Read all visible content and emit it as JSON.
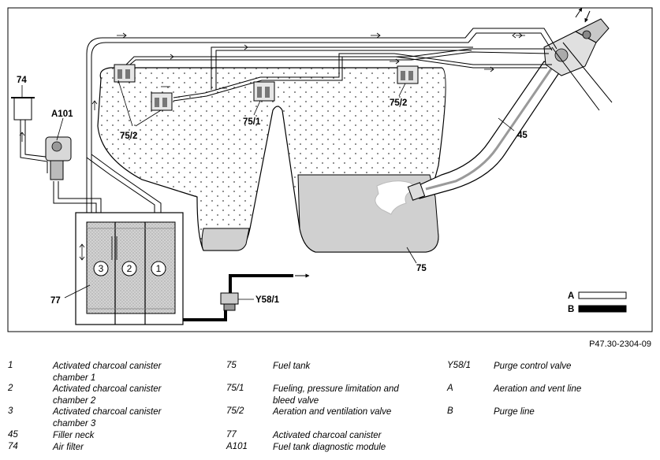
{
  "figure_ref": "P47.30-2304-09",
  "callouts": {
    "c74": "74",
    "cA101": "A101",
    "c75_2_left": "75/2",
    "c75_1": "75/1",
    "c75_2_right": "75/2",
    "c45": "45",
    "c75": "75",
    "c77": "77",
    "cY58_1": "Y58/1",
    "lineA": "A",
    "lineB": "B",
    "chamber3": "3",
    "chamber2": "2",
    "chamber1": "1"
  },
  "legend": {
    "col1": [
      {
        "key": "1",
        "value": "Activated charcoal canister chamber 1"
      },
      {
        "key": "2",
        "value": "Activated charcoal canister chamber 2"
      },
      {
        "key": "3",
        "value": "Activated charcoal canister chamber 3"
      },
      {
        "key": "45",
        "value": "Filler neck"
      },
      {
        "key": "74",
        "value": "Air filter"
      }
    ],
    "col2": [
      {
        "key": "75",
        "value": "Fuel tank"
      },
      {
        "key": "75/1",
        "value": "Fueling, pressure limitation and bleed valve"
      },
      {
        "key": "75/2",
        "value": "Aeration and ventilation valve"
      },
      {
        "key": "77",
        "value": "Activated charcoal canister"
      },
      {
        "key": "A101",
        "value": "Fuel tank diagnostic module"
      }
    ],
    "col3": [
      {
        "key": "Y58/1",
        "value": "Purge control valve"
      },
      {
        "key": "A",
        "value": "Aeration and vent line"
      },
      {
        "key": "B",
        "value": "Purge line"
      }
    ]
  }
}
